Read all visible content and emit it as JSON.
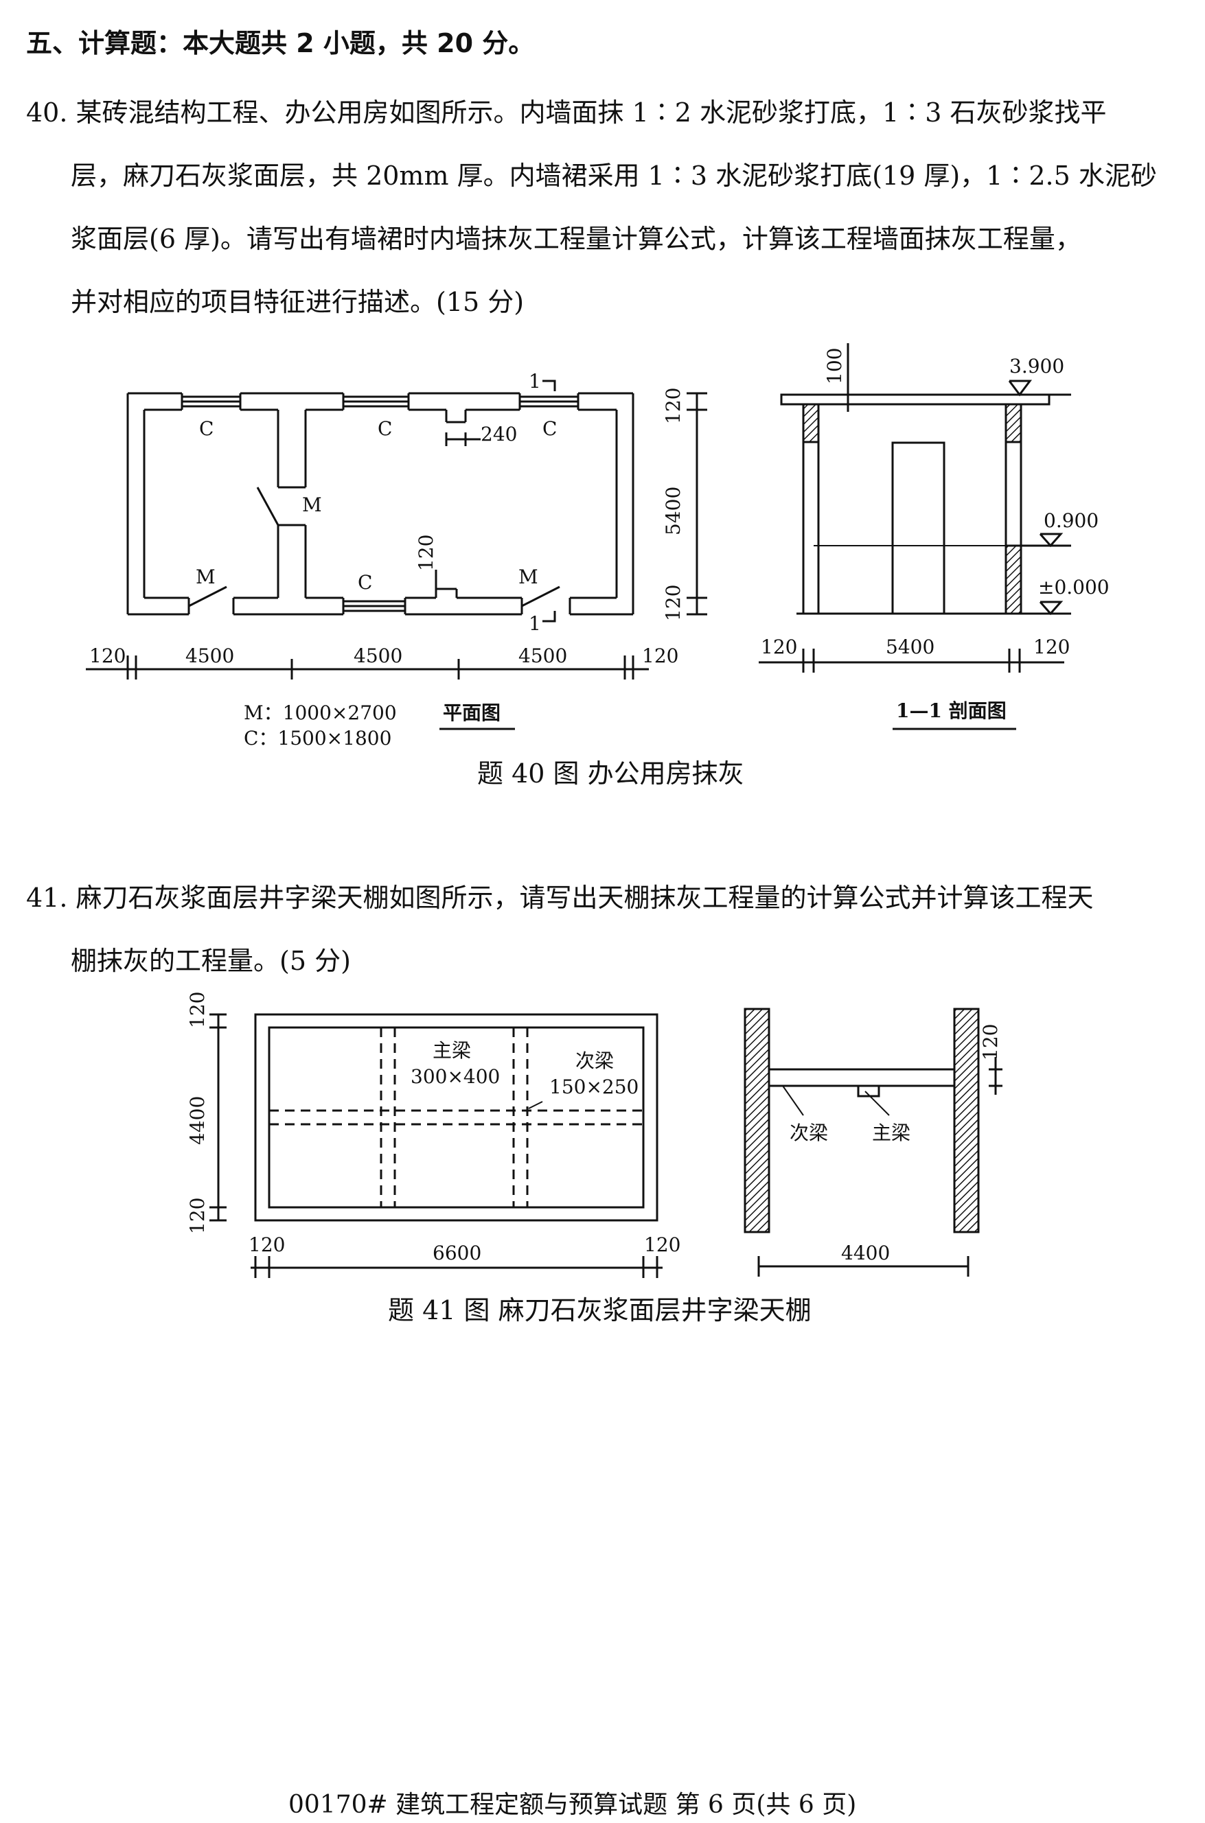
{
  "section": {
    "heading": "五、计算题：本大题共 2 小题，共 20 分。"
  },
  "q40": {
    "lines": [
      "40. 某砖混结构工程、办公用房如图所示。内墙面抹 1∶2 水泥砂浆打底，1∶3 石灰砂浆找平",
      "层，麻刀石灰浆面层，共 20mm 厚。内墙裙采用 1∶3 水泥砂浆打底(19 厚)，1∶2.5 水泥砂",
      "浆面层(6 厚)。请写出有墙裙时内墙抹灰工程量计算公式，计算该工程墙面抹灰工程量，",
      "并对相应的项目特征进行描述。(15 分)"
    ],
    "figure": {
      "plan": {
        "window_label": "C",
        "door_label": "M",
        "section_mark": "1",
        "dim_240": "240",
        "dim_120": "120",
        "dim_5400": "5400",
        "bottom_dims": [
          "120",
          "4500",
          "4500",
          "4500",
          "120"
        ],
        "legend_m": "M：1000×2700",
        "legend_c": "C：1500×1800",
        "title": "平面图"
      },
      "section": {
        "dim_100": "100",
        "elev_top": "3.900",
        "elev_mid": "0.900",
        "elev_zero": "±0.000",
        "bottom_dims": [
          "120",
          "5400",
          "120"
        ],
        "title": "1—1 剖面图"
      },
      "caption": "题 40 图   办公用房抹灰"
    }
  },
  "q41": {
    "lines": [
      "41. 麻刀石灰浆面层井字梁天棚如图所示，请写出天棚抹灰工程量的计算公式并计算该工程天",
      "棚抹灰的工程量。(5 分)"
    ],
    "figure": {
      "plan": {
        "left_dims": [
          "120",
          "4400",
          "120"
        ],
        "bottom_dims": [
          "120",
          "6600",
          "120"
        ],
        "main_beam_label": "主梁",
        "main_beam_size": "300×400",
        "sec_beam_label": "次梁",
        "sec_beam_size": "150×250"
      },
      "section": {
        "dim_120": "120",
        "sec_beam_label": "次梁",
        "main_beam_label": "主梁",
        "bottom_dim": "4400"
      },
      "caption": "题 41 图   麻刀石灰浆面层井字梁天棚"
    }
  },
  "footer": "00170# 建筑工程定额与预算试题 第 6 页(共 6 页)"
}
